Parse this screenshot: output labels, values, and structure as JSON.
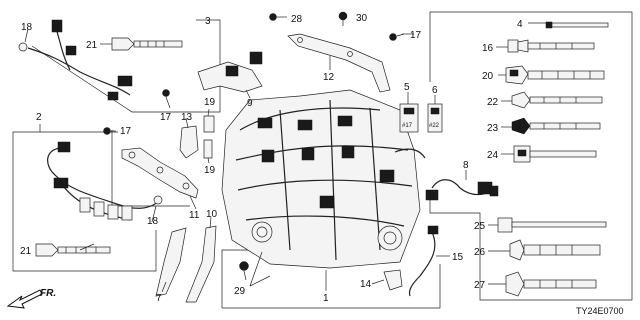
{
  "diagram": {
    "code": "TY24E0700",
    "direction_label": "FR.",
    "callouts": {
      "c1": "1",
      "c2": "2",
      "c3": "3",
      "c4": "4",
      "c5": "5",
      "c6": "6",
      "c7": "7",
      "c8": "8",
      "c9": "9",
      "c10": "10",
      "c11": "11",
      "c12": "12",
      "c13": "13",
      "c14": "14",
      "c15": "15",
      "c16": "16",
      "c17a": "17",
      "c17b": "17",
      "c17c": "17",
      "c18a": "18",
      "c18b": "18",
      "c19a": "19",
      "c19b": "19",
      "c20": "20",
      "c21a": "21",
      "c21b": "21",
      "c22": "22",
      "c23": "23",
      "c24": "24",
      "c25": "25",
      "c26": "26",
      "c27": "27",
      "c28": "28",
      "c29": "29",
      "c30": "30"
    },
    "part_tags": {
      "p5": "#17",
      "p6": "#22"
    }
  }
}
